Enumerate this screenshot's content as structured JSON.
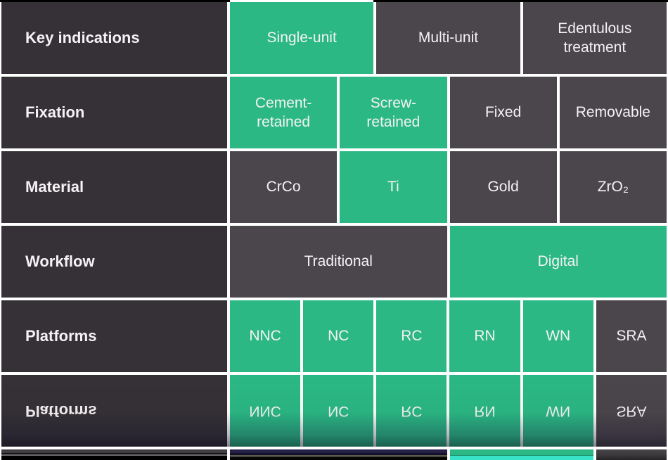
{
  "palette": {
    "green": "#2BB885",
    "dark_label": "#353136",
    "dark_value": "#4B464B",
    "border_white": "#FFFFFF",
    "frame_black": "#000000",
    "reflection_cyan": "#38E2C8",
    "text": "#F4F2F4"
  },
  "rows": [
    {
      "label": "Key indications",
      "options": [
        {
          "text": "Single-unit",
          "selected": true,
          "lifted": true
        },
        {
          "text": "Multi-unit",
          "selected": false
        },
        {
          "text": "Edentulous treatment",
          "selected": false
        }
      ]
    },
    {
      "label": "Fixation",
      "options": [
        {
          "text": "Cement-retained",
          "selected": true
        },
        {
          "text": "Screw-retained",
          "selected": true
        },
        {
          "text": "Fixed",
          "selected": false
        },
        {
          "text": "Removable",
          "selected": false
        }
      ]
    },
    {
      "label": "Material",
      "options": [
        {
          "text": "CrCo",
          "selected": false
        },
        {
          "text": "Ti",
          "selected": true
        },
        {
          "text": "Gold",
          "selected": false
        },
        {
          "text": "ZrO₂",
          "selected": false
        }
      ]
    },
    {
      "label": "Workflow",
      "options": [
        {
          "text": "Traditional",
          "selected": false
        },
        {
          "text": "Digital",
          "selected": true
        }
      ]
    },
    {
      "label": "Platforms",
      "options": [
        {
          "text": "NNC",
          "selected": true
        },
        {
          "text": "NC",
          "selected": true
        },
        {
          "text": "RC",
          "selected": true
        },
        {
          "text": "RN",
          "selected": true
        },
        {
          "text": "WN",
          "selected": true
        },
        {
          "text": "SRA",
          "selected": false
        }
      ]
    }
  ]
}
